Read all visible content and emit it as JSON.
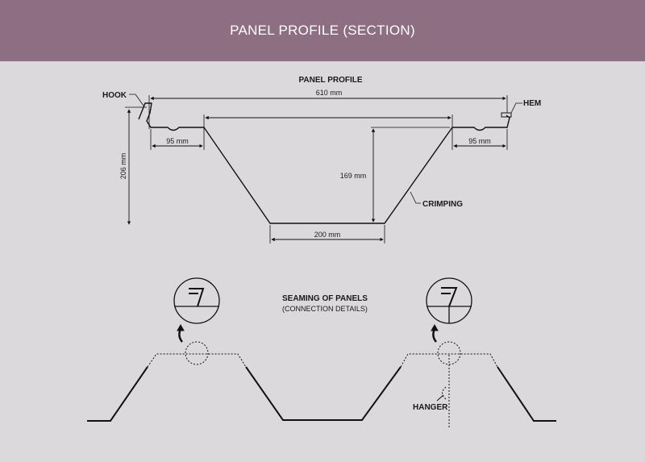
{
  "header": {
    "title": "PANEL PROFILE (SECTION)"
  },
  "profile": {
    "title": "PANEL PROFILE",
    "hook": "HOOK",
    "hem": "HEM",
    "crimping": "CRIMPING",
    "dim_width": "610 mm",
    "dim_left": "95 mm",
    "dim_right": "95 mm",
    "dim_height": "206 mm",
    "dim_depth": "169 mm",
    "dim_bottom": "200 mm"
  },
  "seaming": {
    "title": "SEAMING OF PANELS",
    "subtitle": "(CONNECTION DETAILS)",
    "hanger": "HANGER"
  },
  "colors": {
    "header": "#8d6e82",
    "background": "#dcd9dd"
  }
}
